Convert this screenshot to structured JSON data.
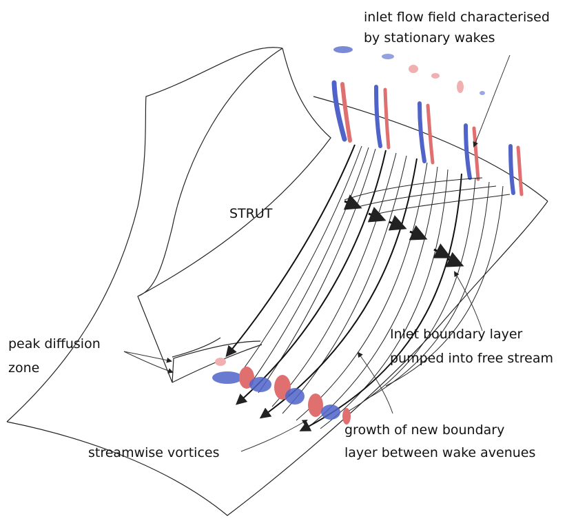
{
  "labels": {
    "inlet_flow_line1": "inlet flow field characterised",
    "inlet_flow_line2": "by stationary wakes",
    "strut": "STRUT",
    "peak_diffusion_line1": "peak diffusion",
    "peak_diffusion_line2": "zone",
    "inlet_bl_line1": "Inlet boundary layer",
    "inlet_bl_line2": "pumped into free stream",
    "growth_line1": "growth of new boundary",
    "growth_line2": "layer between wake avenues",
    "streamwise_vortices": "streamwise vortices"
  },
  "colors": {
    "positive_vorticity": "#e07070",
    "negative_vorticity": "#4f63c9",
    "outline": "#222222"
  }
}
